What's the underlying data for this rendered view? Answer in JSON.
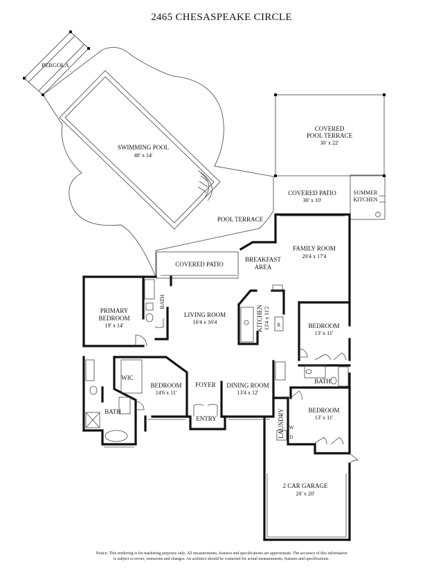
{
  "title": "2465 CHESASPEAKE CIRCLE",
  "rooms": {
    "pergola": "PERGOLA",
    "pool_name": "SWIMMING POOL",
    "pool_dim": "40' x 14'",
    "covered_pool_terrace_1": "COVERED",
    "covered_pool_terrace_2": "POOL TERRACE",
    "covered_pool_terrace_dim": "30' x 22'",
    "covered_patio_right": "COVERED PATIO",
    "covered_patio_right_dim": "30' x 10'",
    "summer_kitchen_1": "SUMMER",
    "summer_kitchen_2": "KITCHEN",
    "pool_terrace": "POOL TERRACE",
    "family_room": "FAMILY ROOM",
    "family_room_dim": "20'4 x 17'4",
    "breakfast_1": "BREAKFAST",
    "breakfast_2": "AREA",
    "covered_patio_left": "COVERED PATIO",
    "bath_primary_top": "BATH",
    "primary_bedroom_1": "PRIMARY",
    "primary_bedroom_2": "BEDROOM",
    "primary_bedroom_dim": "19' x 14'",
    "living_room": "LIVING ROOM",
    "living_room_dim": "16'4 x 16'4",
    "kitchen": "KITCHEN",
    "kitchen_dim": "13'4 x 11'2",
    "bedroom_right_top": "BEDROOM",
    "bedroom_right_top_dim": "13' x 11'",
    "bath_right": "BATH",
    "wic": "WIC",
    "bedroom_center": "BEDROOM",
    "bedroom_center_dim": "14'6 x 11'",
    "foyer": "FOYER",
    "dining_room": "DINING ROOM",
    "dining_room_dim": "13'4 x 12'",
    "entry": "ENTRY",
    "bath_left_bottom": "BATH",
    "laundry": "LAUNDRY",
    "washer": "W",
    "dryer": "D",
    "bedroom_right_bottom": "BEDROOM",
    "bedroom_right_bottom_dim": "13' x 11'",
    "garage": "2 CAR GARAGE",
    "garage_dim": "20' x 20'",
    "refrigerator": "R"
  },
  "notice_line1": "Notice: This rendering is for marketing purposes only. All measurements, features and specifications are approximate. The accuracy of this information",
  "notice_line2": "is subject to errors, omissions and changes. An architect should be contacted for actual measurements, features and specifications.",
  "colors": {
    "wall": "#111111",
    "thin_line": "#555555",
    "page": "#ffffff"
  }
}
